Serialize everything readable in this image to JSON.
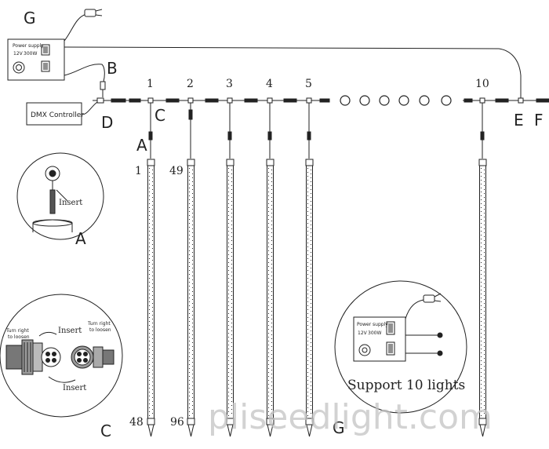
{
  "labels": {
    "G_top": "G",
    "B": "B",
    "C_top": "C",
    "D": "D",
    "E": "E",
    "F": "F",
    "A_top": "A",
    "A_detail": "A",
    "C_detail": "C",
    "G_detail": "G"
  },
  "power_supply": {
    "title": "Power supply",
    "spec_v": "12V",
    "spec_w": "300W"
  },
  "dmx_controller": "DMX Controller",
  "tube_numbers": [
    "1",
    "2",
    "3",
    "4",
    "5",
    "10"
  ],
  "led_indices": {
    "tube1_top": "1",
    "tube2_top": "49",
    "tube1_bottom": "48",
    "tube2_bottom": "96"
  },
  "detail_a": {
    "insert": "Insert"
  },
  "detail_c": {
    "insert_top": "Insert",
    "insert_bottom": "Insert",
    "turn_left_1": "Turn right",
    "turn_left_2": "to loosen",
    "turn_right_1": "Turn right",
    "turn_right_2": "to loosen"
  },
  "detail_g": {
    "title": "Power supply",
    "spec_v": "12V",
    "spec_w": "300W",
    "caption": "Support 10 lights"
  },
  "watermark": "pliseedlight.com",
  "colors": {
    "line": "#222222",
    "watermark": "#c4c4c4",
    "background": "#ffffff"
  }
}
